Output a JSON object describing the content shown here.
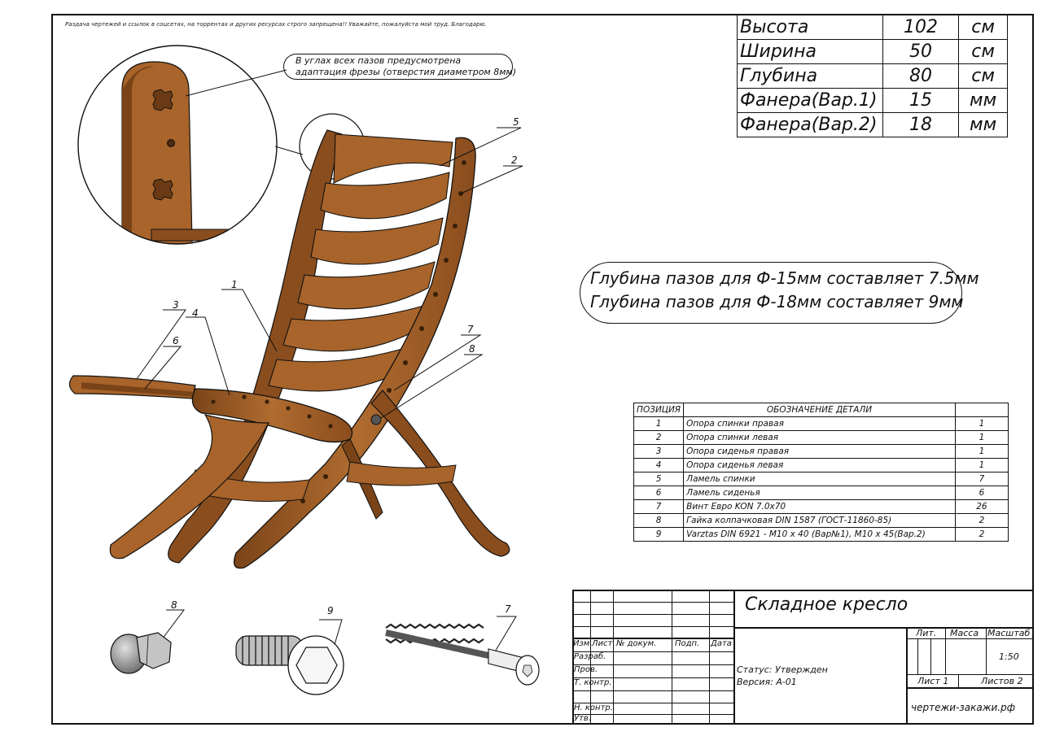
{
  "notice": "Раздача чертежей и ссылок в соцсетях, на торрентах и других ресурсах строго запрещена!! Уважайте, пожалуйста мой труд. Благодарю.",
  "callout": {
    "line1": "В углах всех пазов предусмотрена",
    "line2": "адаптация фрезы (отверстия диаметром 8мм)"
  },
  "dimensions": [
    {
      "name": "Высота",
      "value": "102",
      "unit": "см"
    },
    {
      "name": "Ширина",
      "value": "50",
      "unit": "см"
    },
    {
      "name": "Глубина",
      "value": "80",
      "unit": "см"
    },
    {
      "name": "Фанера(Вар.1)",
      "value": "15",
      "unit": "мм"
    },
    {
      "name": "Фанера(Вар.2)",
      "value": "18",
      "unit": "мм"
    }
  ],
  "groove_note": {
    "line1": "Глубина пазов для Ф-15мм составляет 7.5мм",
    "line2": "Глубина пазов для Ф-18мм составляет 9мм"
  },
  "parts_table": {
    "headers": {
      "position": "ПОЗИЦИЯ",
      "designation": "ОБОЗНАЧЕНИЕ ДЕТАЛИ",
      "qty": ""
    },
    "rows": [
      {
        "pos": "1",
        "name": "Опора спинки правая",
        "qty": "1"
      },
      {
        "pos": "2",
        "name": "Опора спинки левая",
        "qty": "1"
      },
      {
        "pos": "3",
        "name": "Опора сиденья правая",
        "qty": "1"
      },
      {
        "pos": "4",
        "name": "Опора сиденья левая",
        "qty": "1"
      },
      {
        "pos": "5",
        "name": "Ламель спинки",
        "qty": "7"
      },
      {
        "pos": "6",
        "name": "Ламель сиденья",
        "qty": "6"
      },
      {
        "pos": "7",
        "name": "Винт Евро KON 7.0x70",
        "qty": "26"
      },
      {
        "pos": "8",
        "name": "Гайка колпачковая DIN 1587 (ГОСТ-11860-85)",
        "qty": "2"
      },
      {
        "pos": "9",
        "name": "Varztas DIN 6921 - M10 x 40 (Вар№1), M10 x 45(Вар.2)",
        "qty": "2"
      }
    ]
  },
  "leaders": {
    "p1": "1",
    "p2": "2",
    "p3": "3",
    "p4": "4",
    "p5": "5",
    "p6": "6",
    "p7": "7",
    "p8": "8",
    "hw8": "8",
    "hw9": "9",
    "hw7": "7"
  },
  "title_block": {
    "title": "Складное кресло",
    "cols": {
      "izm": "Изм.",
      "list": "Лист",
      "doc": "№ докум.",
      "sign": "Подп.",
      "date": "Дата"
    },
    "roles": {
      "razrab": "Разраб.",
      "prov": "Пров.",
      "tkontr": "Т. контр.",
      "nkontr": "Н. контр.",
      "utv": "Утв."
    },
    "status": "Статус: Утвержден",
    "version": "Версия: А-01",
    "lit": "Лит.",
    "mass": "Масса",
    "scale": "Масштаб",
    "scale_value": "1:50",
    "sheet": "Лист 1",
    "sheets": "Листов 2",
    "site": "чертежи-закажи.рф"
  },
  "colors": {
    "wood": "#a8642a",
    "wood_dark": "#7a4418",
    "wood_light": "#c98a4e",
    "metal": "#9a9a9a"
  }
}
